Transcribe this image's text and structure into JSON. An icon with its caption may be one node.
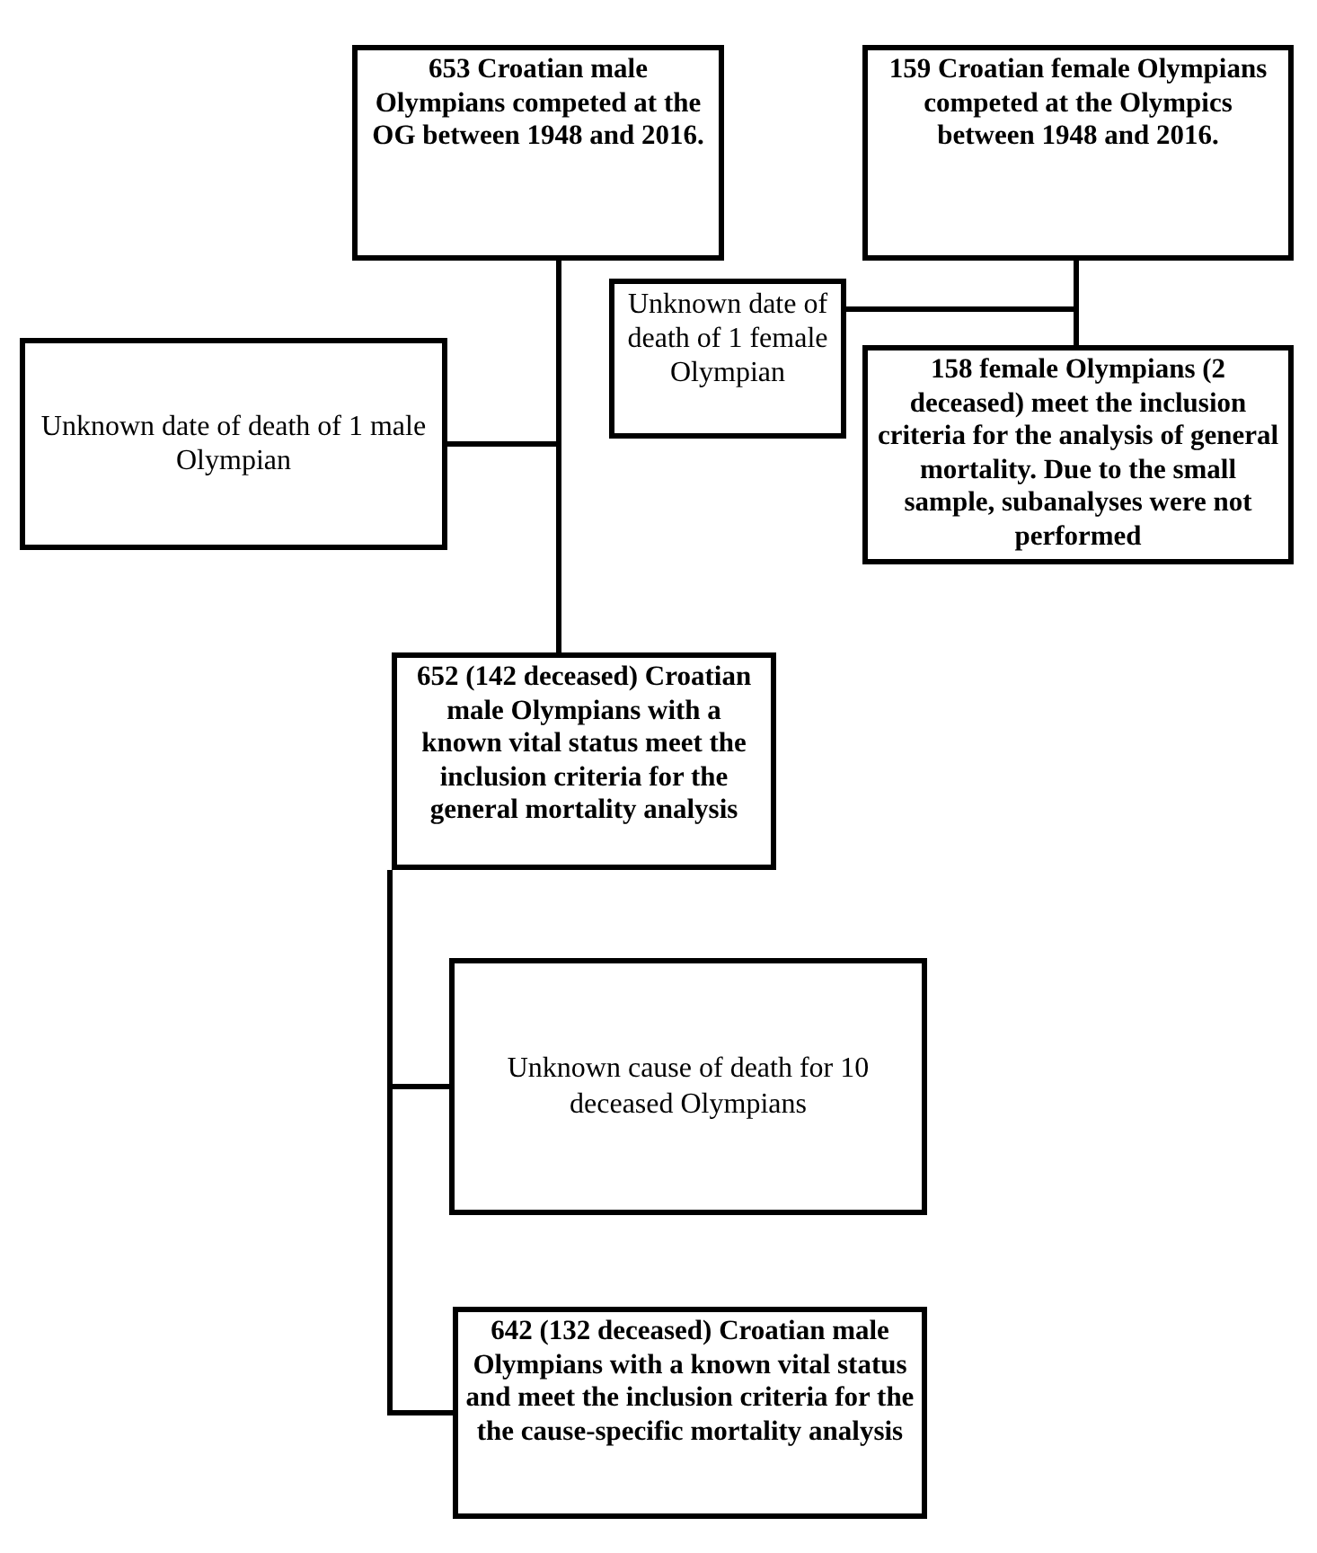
{
  "diagram": {
    "nodes": [
      {
        "text": [
          "653 Croatian male Olympians competed at the OG between 1948 and 2016."
        ]
      },
      {
        "text": [
          "159 Croatian female Olympians competed at the Olympics between 1948 and 2016."
        ]
      },
      {
        "text": [
          "Unknown date of death of 1 female Olympian"
        ]
      },
      {
        "text": [
          "158 female Olympians (2 deceased) meet the inclusion criteria for the analysis of general mortality. Due to the small sample, subanalyses were not performed"
        ]
      },
      {
        "text": [
          "Unknown date of death of 1 male Olympian"
        ]
      },
      {
        "text": [
          "652 (142 deceased) Croatian male Olympians with a known vital status meet the inclusion criteria for the general mortality analysis"
        ]
      },
      {
        "text": [
          "Unknown cause of death for 10 deceased Olympians"
        ]
      },
      {
        "text": [
          "642 (132 deceased) Croatian male Olympians with a known vital status and meet the inclusion criteria for the the cause-specific mortality analysis"
        ]
      }
    ],
    "edges": [
      {
        "from": 0,
        "to": 4,
        "arrow": "none"
      },
      {
        "from": 0,
        "to": 5,
        "arrow": "none"
      },
      {
        "from": 1,
        "to": 2,
        "arrow": "none"
      },
      {
        "from": 1,
        "to": 3,
        "arrow": "none"
      },
      {
        "from": 5,
        "to": 6,
        "arrow": "none"
      },
      {
        "from": 5,
        "to": 7,
        "arrow": "none"
      }
    ]
  }
}
